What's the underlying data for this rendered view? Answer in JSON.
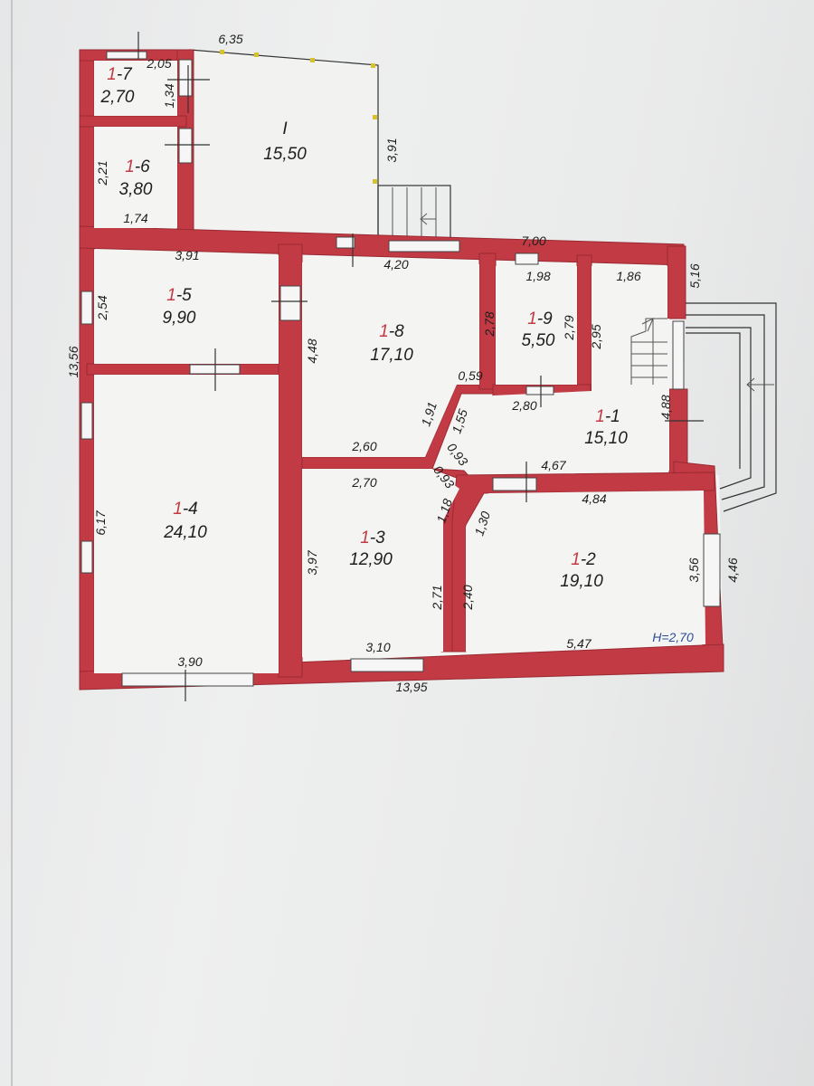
{
  "rooms": [
    {
      "prefix": "",
      "suffix": "I",
      "area": "15,50"
    },
    {
      "prefix": "1",
      "suffix": "-7",
      "area": "2,70"
    },
    {
      "prefix": "1",
      "suffix": "-6",
      "area": "3,80"
    },
    {
      "prefix": "1",
      "suffix": "-5",
      "area": "9,90"
    },
    {
      "prefix": "1",
      "suffix": "-8",
      "area": "17,10"
    },
    {
      "prefix": "1",
      "suffix": "-9",
      "area": "5,50"
    },
    {
      "prefix": "1",
      "suffix": "-1",
      "area": "15,10"
    },
    {
      "prefix": "1",
      "suffix": "-4",
      "area": "24,10"
    },
    {
      "prefix": "1",
      "suffix": "-3",
      "area": "12,90"
    },
    {
      "prefix": "1",
      "suffix": "-2",
      "area": "19,10"
    }
  ],
  "dimensions": [
    "6,35",
    "2,05",
    "1,34",
    "3,91",
    "2,21",
    "1,74",
    "3,91",
    "4,20",
    "7,00",
    "1,98",
    "1,86",
    "5,16",
    "2,54",
    "2,78",
    "2,79",
    "2,95",
    "13,56",
    "4,48",
    "0,59",
    "1,91",
    "1,55",
    "2,80",
    "4,88",
    "2,60",
    "0,93",
    "0,93",
    "4,67",
    "2,70",
    "1,18",
    "4,84",
    "6,17",
    "3,97",
    "1,30",
    "2,71",
    "2,40",
    "3,56",
    "4,46",
    "3,10",
    "5,47",
    "3,90",
    "13,95"
  ],
  "ceiling_height": "H=2,70",
  "colors": {
    "wall": "#c23a44",
    "label_accent": "#c23a44",
    "height_label": "#2b4e9a",
    "paper": "#eeefef"
  }
}
